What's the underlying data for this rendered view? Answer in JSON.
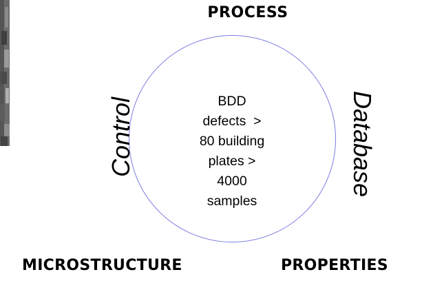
{
  "diagram": {
    "top_label": "PROCESS",
    "bottom_left_label": "MICROSTRUCTURE",
    "bottom_right_label": "PROPERTIES",
    "left_arc_label": "Control",
    "right_arc_label": "Database",
    "center_lines": [
      "BDD",
      "defects  >",
      "80 building",
      "plates >",
      "4000",
      "samples"
    ],
    "circle_color": "#7b7be3"
  }
}
